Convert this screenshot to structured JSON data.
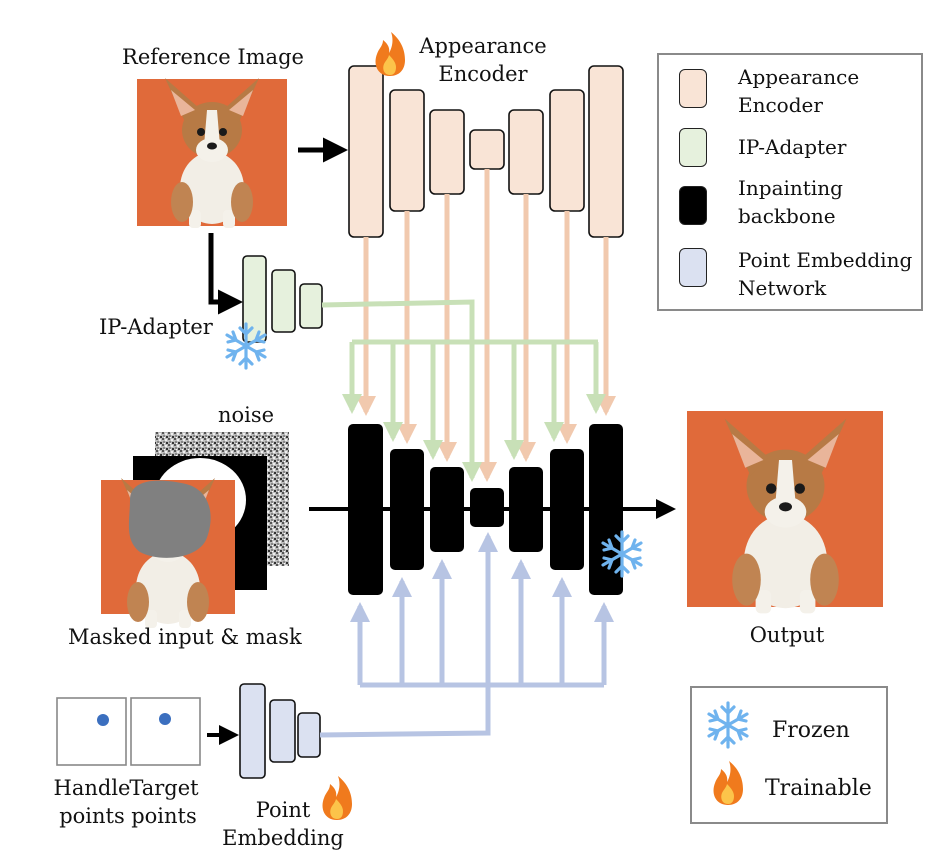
{
  "colors": {
    "appearance_encoder": "#f9e4d6",
    "appearance_arrow": "#f1c9ae",
    "ip_adapter": "#e6f1dd",
    "ip_arrow": "#c8e0b7",
    "inpainting_backbone": "#000000",
    "point_embedding": "#dbe1f1",
    "point_arrow": "#b7c4e3",
    "dog_background": "#e06a3a",
    "mask_gray": "#808080",
    "handle_dot": "#3b6fbf"
  },
  "labels": {
    "reference_image": "Reference Image",
    "appearance_encoder": [
      "Appearance",
      "Encoder"
    ],
    "ip_adapter": "IP-Adapter",
    "noise": "noise",
    "masked_input": "Masked input & mask",
    "output": "Output",
    "handle_points": [
      "Handle",
      "points"
    ],
    "target_points": [
      "Target",
      "points"
    ],
    "point_embedding": [
      "Point",
      "Embedding"
    ]
  },
  "legend": {
    "items": [
      {
        "label": [
          "Appearance",
          "Encoder"
        ],
        "icon": "appearance-encoder-swatch"
      },
      {
        "label": [
          "IP-Adapter"
        ],
        "icon": "ip-adapter-swatch"
      },
      {
        "label": [
          "Inpainting",
          "backbone"
        ],
        "icon": "inpainting-backbone-swatch"
      },
      {
        "label": [
          "Point Embedding",
          "Network"
        ],
        "icon": "point-embedding-swatch"
      }
    ]
  },
  "status_legend": {
    "frozen": "Frozen",
    "trainable": "Trainable"
  },
  "icons": {
    "frozen": "snowflake-icon",
    "trainable": "flame-icon"
  }
}
